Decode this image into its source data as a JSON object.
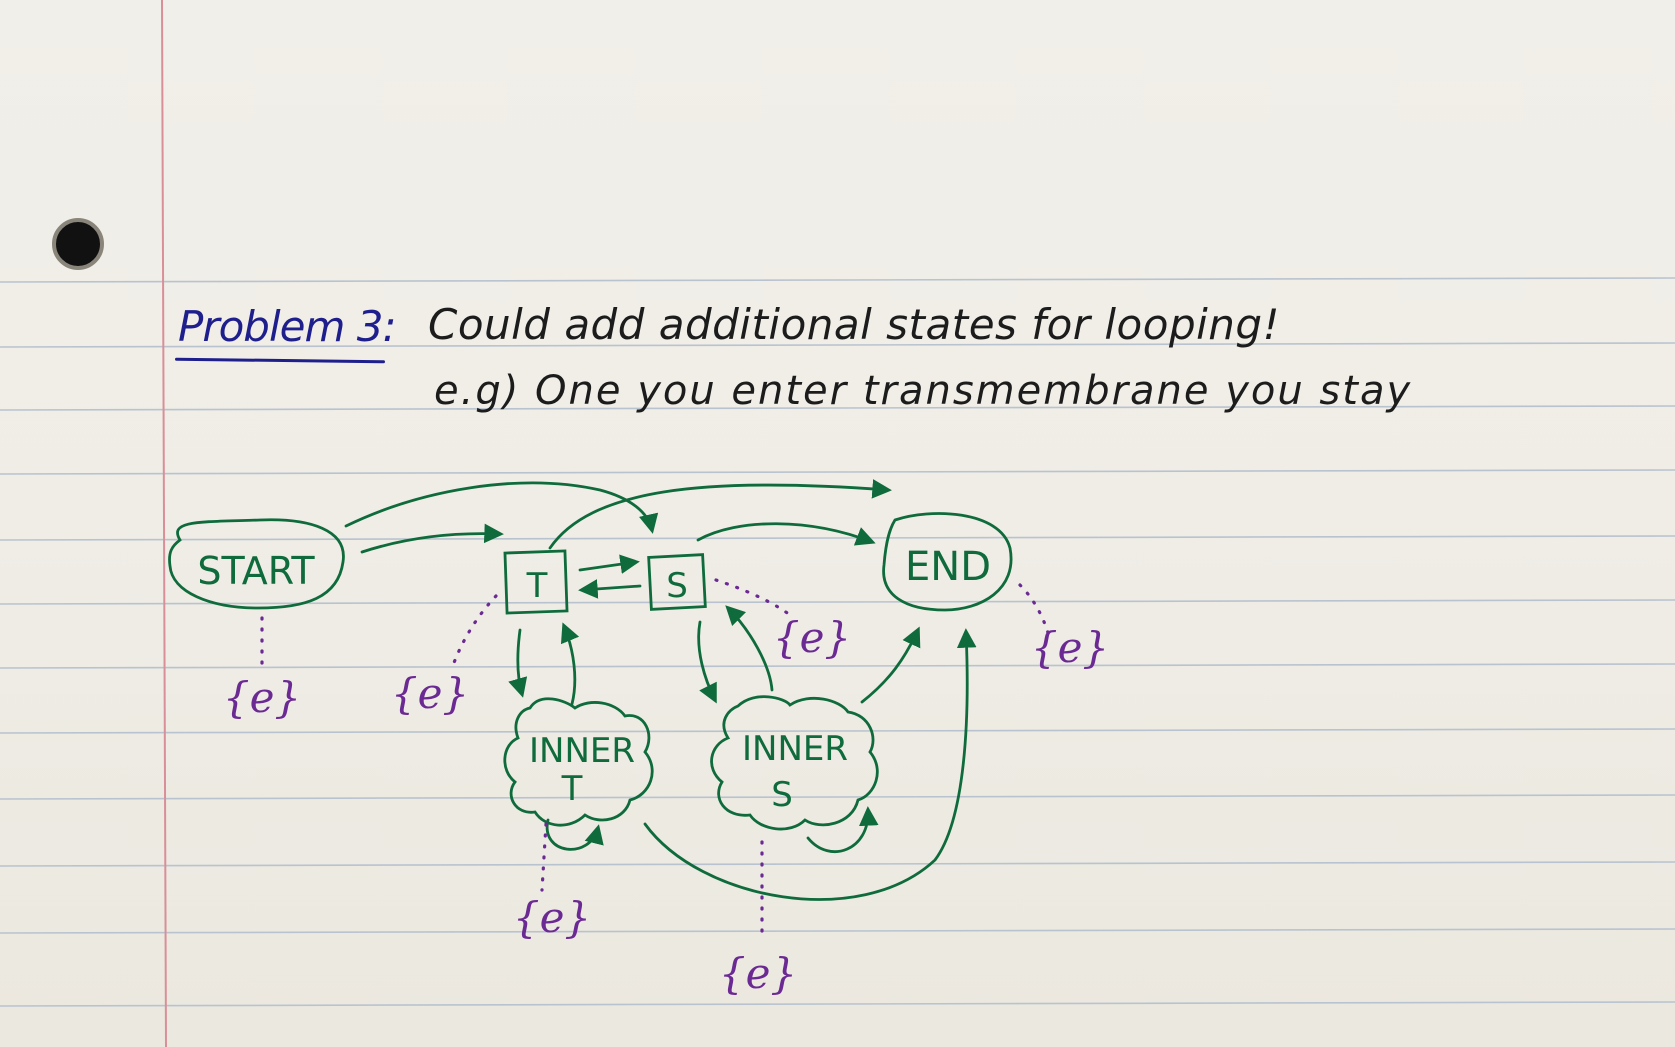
{
  "note": {
    "label": "Problem 3:",
    "headline": "Could add additional states for looping!",
    "subline": "e.g) One you enter transmembrane you stay"
  },
  "diagram": {
    "nodes": {
      "start": "START",
      "t": "T",
      "s": "S",
      "end": "END",
      "inner_t": [
        "INNER",
        "T"
      ],
      "inner_s": [
        "INNER",
        "S"
      ]
    },
    "empty_emission": "{e}",
    "colors": {
      "ink_green": "#0f6b3c",
      "ink_purple": "#6b2a93",
      "ink_blue": "#1e1f8c",
      "ink_black": "#1c1c1c",
      "margin_line": "#d98f99",
      "rule_line": "#b9c3cf"
    }
  }
}
